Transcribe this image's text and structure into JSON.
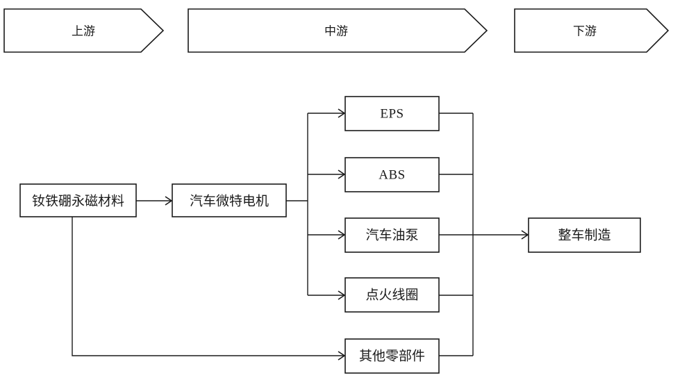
{
  "diagram": {
    "type": "flowchart",
    "title_banners": [
      {
        "id": "upstream",
        "label": "上游"
      },
      {
        "id": "midstream",
        "label": "中游"
      },
      {
        "id": "downstream",
        "label": "下游"
      }
    ],
    "nodes": [
      {
        "id": "ndfeb",
        "label": "钕铁硼永磁材料",
        "stage": "upstream"
      },
      {
        "id": "micro-motor",
        "label": "汽车微特电机",
        "stage": "midstream"
      },
      {
        "id": "eps",
        "label": "EPS",
        "stage": "midstream"
      },
      {
        "id": "abs",
        "label": "ABS",
        "stage": "midstream"
      },
      {
        "id": "fuel-pump",
        "label": "汽车油泵",
        "stage": "midstream"
      },
      {
        "id": "ignition-coil",
        "label": "点火线圈",
        "stage": "midstream"
      },
      {
        "id": "other-parts",
        "label": "其他零部件",
        "stage": "midstream"
      },
      {
        "id": "vehicle-mfg",
        "label": "整车制造",
        "stage": "downstream"
      }
    ],
    "edges": [
      {
        "from": "ndfeb",
        "to": "micro-motor"
      },
      {
        "from": "ndfeb",
        "to": "other-parts"
      },
      {
        "from": "micro-motor",
        "to": "eps"
      },
      {
        "from": "micro-motor",
        "to": "abs"
      },
      {
        "from": "micro-motor",
        "to": "fuel-pump"
      },
      {
        "from": "micro-motor",
        "to": "ignition-coil"
      },
      {
        "from": "eps",
        "to": "vehicle-mfg"
      },
      {
        "from": "abs",
        "to": "vehicle-mfg"
      },
      {
        "from": "fuel-pump",
        "to": "vehicle-mfg"
      },
      {
        "from": "ignition-coil",
        "to": "vehicle-mfg"
      },
      {
        "from": "other-parts",
        "to": "vehicle-mfg"
      }
    ],
    "colors": {
      "stroke": "#1a1a1a",
      "fill": "#ffffff",
      "background": "#ffffff"
    }
  }
}
